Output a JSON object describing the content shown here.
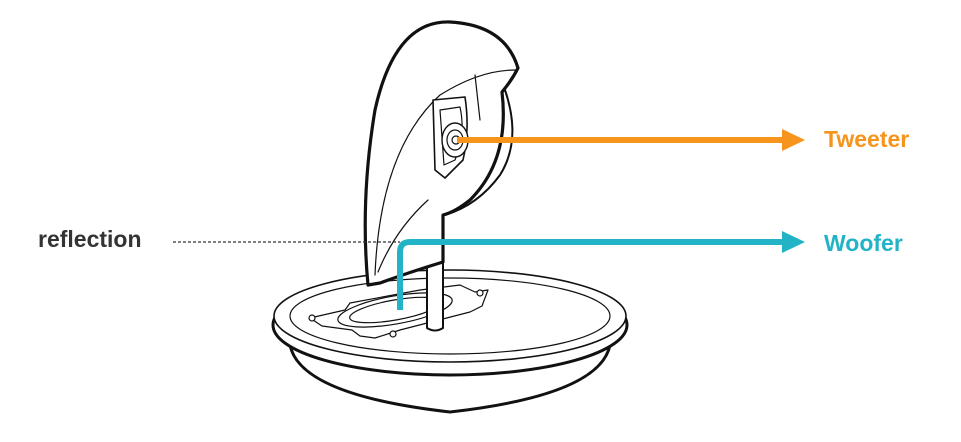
{
  "labels": {
    "tweeter": "Tweeter",
    "woofer": "Woofer",
    "reflection": "reflection"
  },
  "colors": {
    "tweeter": "#F7941D",
    "woofer": "#22B4C6",
    "outline": "#111111",
    "text": "#333333"
  },
  "icons": [
    "arrow-right-icon"
  ]
}
